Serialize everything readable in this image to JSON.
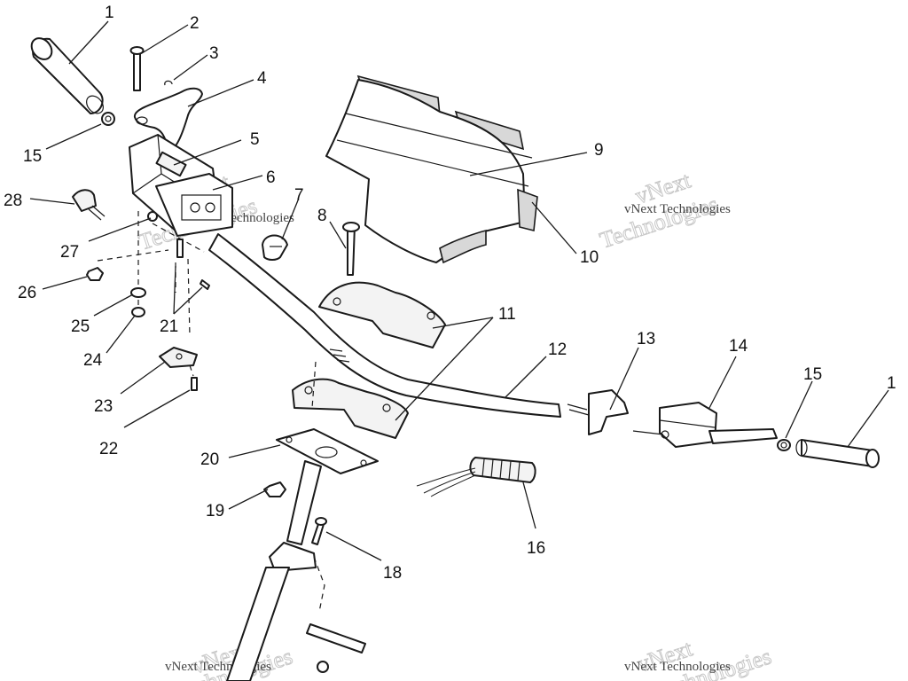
{
  "callouts": {
    "c1a": "1",
    "c2": "2",
    "c3": "3",
    "c4": "4",
    "c5": "5",
    "c6": "6",
    "c7": "7",
    "c8": "8",
    "c9": "9",
    "c10": "10",
    "c11": "11",
    "c12": "12",
    "c13": "13",
    "c14": "14",
    "c15a": "15",
    "c15b": "15",
    "c1b": "1",
    "c16": "16",
    "c18": "18",
    "c19": "19",
    "c20": "20",
    "c21": "21",
    "c22": "22",
    "c23": "23",
    "c24": "24",
    "c25": "25",
    "c26": "26",
    "c27": "27",
    "c28": "28"
  },
  "watermark": {
    "brand_large": "vNext",
    "brand_large_2": "Technologies",
    "brand_small": "vNext Technologies"
  }
}
